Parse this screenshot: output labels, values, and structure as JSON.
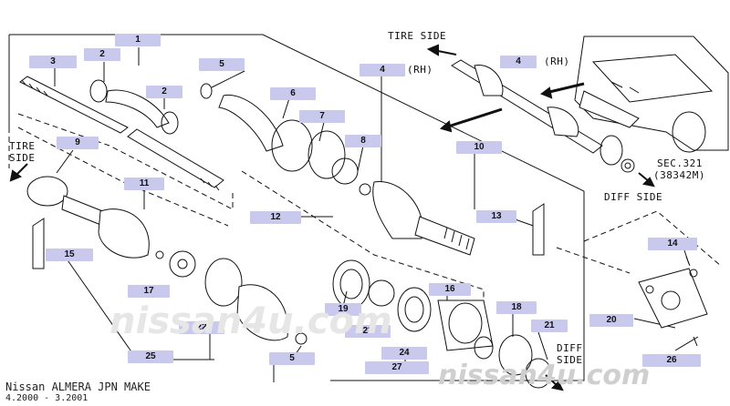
{
  "callouts": {
    "c1": "1",
    "c2a": "2",
    "c2b": "2",
    "c3": "3",
    "c4a": "4",
    "c4b": "4",
    "c5a": "5",
    "c5b": "5",
    "c6": "6",
    "c7": "7",
    "c8": "8",
    "c9": "9",
    "c10": "10",
    "c11": "11",
    "c12": "12",
    "c13": "13",
    "c14": "14",
    "c15": "15",
    "c16": "16",
    "c17": "17",
    "c18": "18",
    "c19": "19",
    "c20": "20",
    "c21": "21",
    "c22": "22",
    "c23": "23",
    "c24": "24",
    "c25": "25",
    "c26": "26",
    "c27": "27"
  },
  "labels": {
    "tire_side_top": "TIRE SIDE",
    "tire_side_left_1": "TIRE",
    "tire_side_left_2": "SIDE",
    "rh_top": "(RH)",
    "rh_mid": "(RH)",
    "sec_ref_1": "SEC.321",
    "sec_ref_2": "(38342M)",
    "diff_side_right": "DIFF SIDE",
    "diff_side_bottom_1": "DIFF",
    "diff_side_bottom_2": "SIDE"
  },
  "footer": {
    "model": "Nissan ALMERA JPN MAKE",
    "dates": "4.2000 - 3.2001"
  },
  "watermark": {
    "left": "nissan4u.com",
    "right": "nissan4u.com"
  }
}
